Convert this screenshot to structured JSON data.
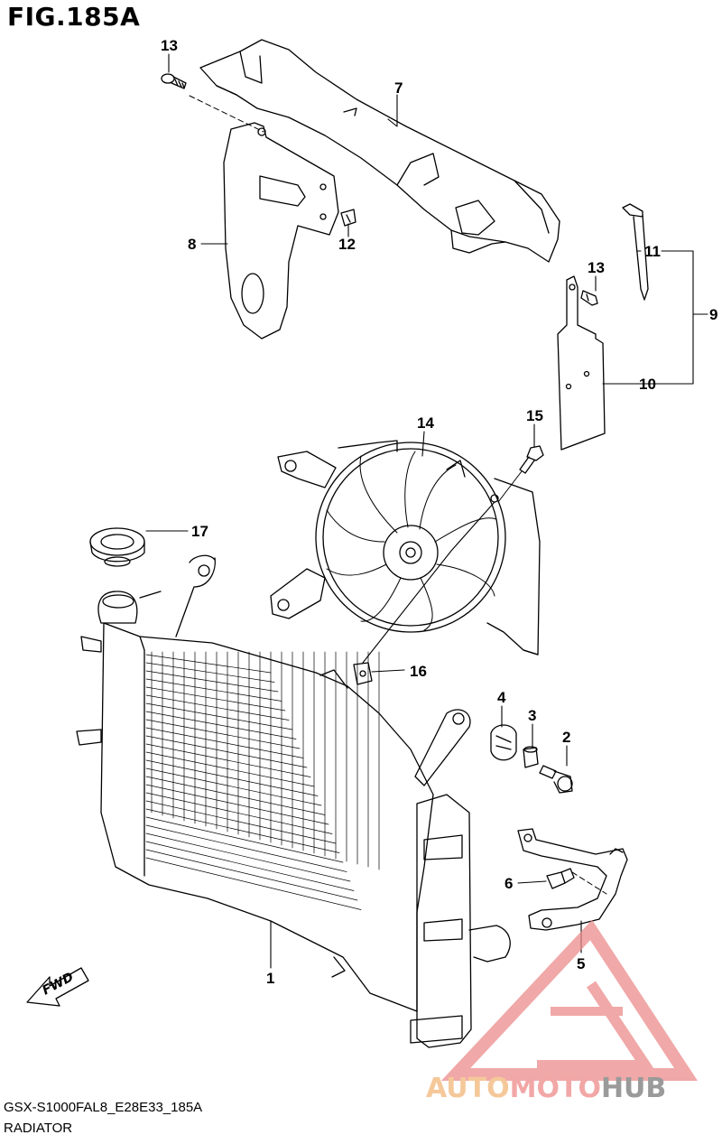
{
  "figure": {
    "title": "FIG.185A",
    "model_code": "GSX-S1000FAL8_E28E33_185A",
    "section_name": "RADIATOR"
  },
  "callouts": {
    "c1": "1",
    "c2": "2",
    "c3": "3",
    "c4": "4",
    "c5": "5",
    "c6": "6",
    "c7": "7",
    "c8": "8",
    "c9": "9",
    "c10": "10",
    "c11": "11",
    "c12": "12",
    "c13a": "13",
    "c13b": "13",
    "c14": "14",
    "c15": "15",
    "c16": "16",
    "c17": "17"
  },
  "fwd_label": "FWD",
  "watermark": {
    "part1": "AUTO",
    "part2": "MOTO",
    "part3": "HUB",
    "colors": {
      "auto": "#f5c89a",
      "moto": "#f2a7a7",
      "hub": "#9a9a9a",
      "triangle": "#ec8b8b"
    }
  }
}
